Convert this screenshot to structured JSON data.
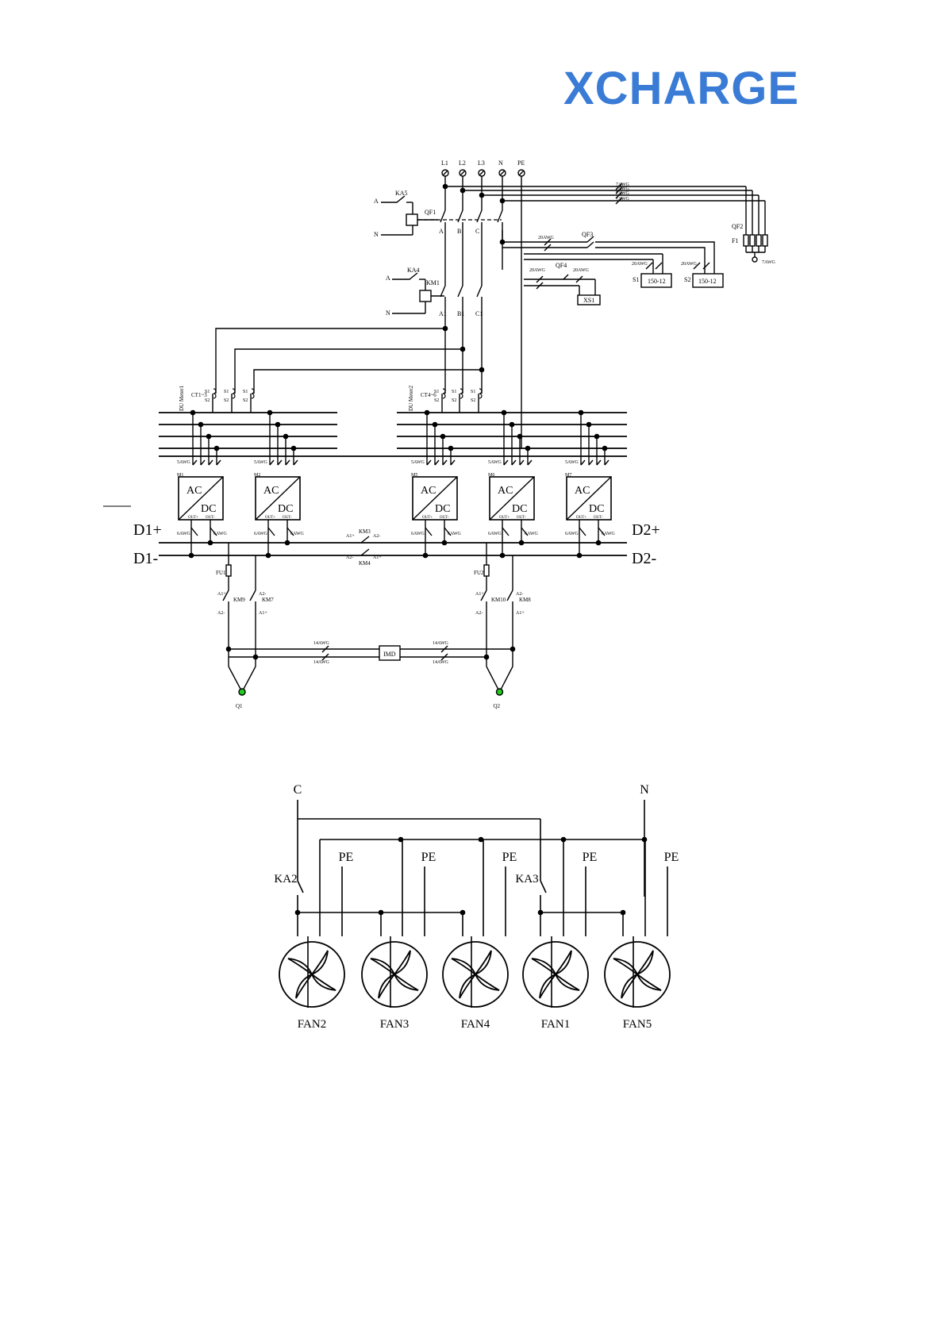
{
  "logo": "XCHARGE",
  "labels": {
    "L1": "L1",
    "L2": "L2",
    "L3": "L3",
    "N": "N",
    "PE": "PE",
    "QF1": "QF1",
    "QF2": "QF2",
    "QF3": "QF3",
    "QF4": "QF4",
    "F1": "F1",
    "KA5": "KA5",
    "KA4": "KA4",
    "KM1": "KM1",
    "A": "A",
    "B": "B",
    "C": "C",
    "A1": "A1",
    "B1": "B1",
    "C1": "C1",
    "AWG7": "7AWG",
    "AWG20": "20AWG",
    "AWG5": "5AWG",
    "AWG6": "6AWG",
    "AWG14": "14AWG",
    "S1": "S1",
    "S2": "S2",
    "term": "150-12",
    "XS1": "XS1",
    "CT1_3": "CT1~3",
    "CT4_6": "CT4~6",
    "meter1": "DU Meter1",
    "meter2": "DU Meter2",
    "AC": "AC",
    "DC": "DC",
    "OUTP": "OUT+",
    "OUTN": "OUT-",
    "M1": "M1",
    "M2": "M2",
    "M5": "M5",
    "M6": "M6",
    "M7": "M7",
    "D1p": "D1+",
    "D1n": "D1-",
    "D2p": "D2+",
    "D2n": "D2-",
    "KM3": "KM3",
    "KM4": "KM4",
    "KM7": "KM7",
    "KM8": "KM8",
    "KM9": "KM9",
    "KM10": "KM10",
    "FU1": "FU1",
    "FU2": "FU2",
    "IMD": "IMD",
    "Q1": "Q1",
    "Q2": "Q2",
    "A1p": "A1+",
    "A2m": "A2-"
  },
  "fan_diagram": {
    "supply": "C",
    "neutral": "N",
    "pe": "PE",
    "relays": [
      "KA2",
      "KA3"
    ],
    "fans": [
      "FAN2",
      "FAN3",
      "FAN4",
      "FAN1",
      "FAN5"
    ]
  },
  "colors": {
    "logo": "#3a7bd5",
    "ground": "#22cc22"
  }
}
